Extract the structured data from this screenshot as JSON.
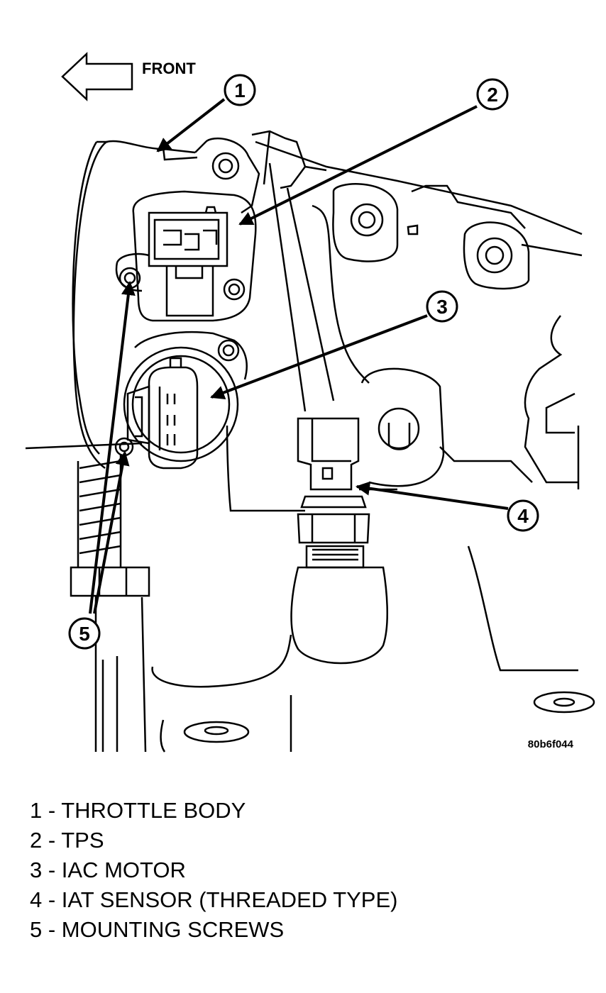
{
  "figure": {
    "front_label": "FRONT",
    "figure_id": "80b6f044",
    "callouts": [
      "1",
      "2",
      "3",
      "4",
      "5"
    ]
  },
  "legend": [
    "1 - THROTTLE BODY",
    "2 - TPS",
    "3 - IAC MOTOR",
    "4 - IAT SENSOR (THREADED TYPE)",
    "5 - MOUNTING SCREWS"
  ]
}
